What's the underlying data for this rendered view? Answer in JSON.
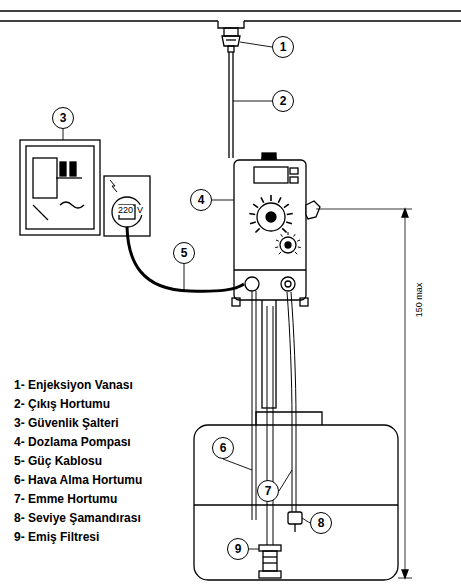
{
  "diagram": {
    "nodes": [
      {
        "text": [
          "1"
        ]
      },
      {
        "text": [
          "2"
        ]
      },
      {
        "text": [
          "3"
        ]
      },
      {
        "text": [
          "4"
        ]
      },
      {
        "text": [
          "5"
        ]
      },
      {
        "text": [
          "6"
        ]
      },
      {
        "text": [
          "7"
        ]
      },
      {
        "text": [
          "8"
        ]
      },
      {
        "text": [
          "9"
        ]
      }
    ],
    "labels": [
      "1- Enjeksiyon Vanası",
      "2- Çıkış Hortumu",
      "3- Güvenlik Şalteri",
      "4- Dozlama Pompası",
      "5- Güç Kablosu",
      "6- Hava Alma Hortumu",
      "7- Emme Hortumu",
      "8- Seviye Şamandırası",
      "9- Emiş Filtresi",
      "220",
      "V",
      "150 max"
    ]
  }
}
